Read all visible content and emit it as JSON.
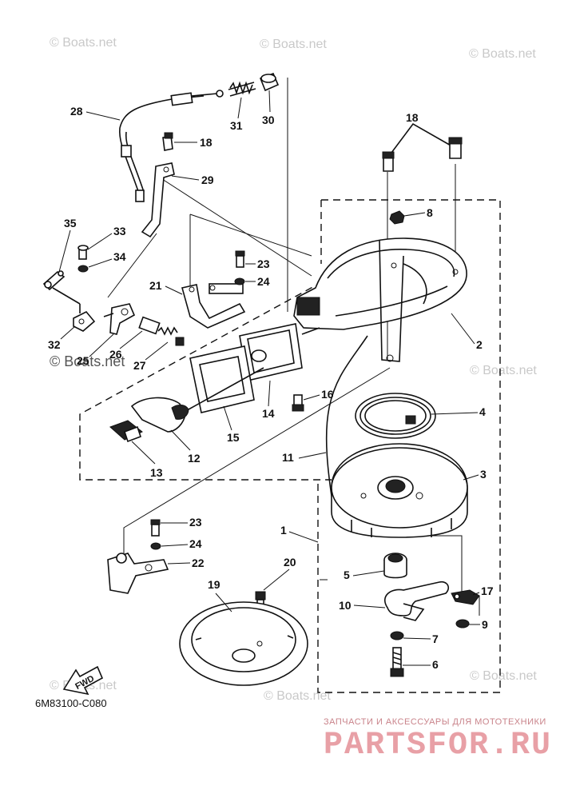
{
  "diagram_code": "6M83100-C080",
  "watermark": "© Boats.net",
  "fwd_label": "FWD",
  "brand": {
    "tagline": "ЗАПЧАСТИ И АКСЕССУАРЫ ДЛЯ МОТОТЕХНИКИ",
    "name": "PARTSFOR.RU"
  },
  "callouts": [
    "1",
    "2",
    "3",
    "4",
    "5",
    "6",
    "7",
    "8",
    "9",
    "10",
    "11",
    "12",
    "13",
    "14",
    "15",
    "16",
    "17",
    "18",
    "19",
    "20",
    "21",
    "22",
    "23",
    "24",
    "25",
    "26",
    "27",
    "28",
    "29",
    "30",
    "31",
    "32",
    "33",
    "34",
    "35"
  ],
  "colors": {
    "line": "#111111",
    "watermark": "#c9c9c9",
    "brand": "#e8a0a6"
  }
}
